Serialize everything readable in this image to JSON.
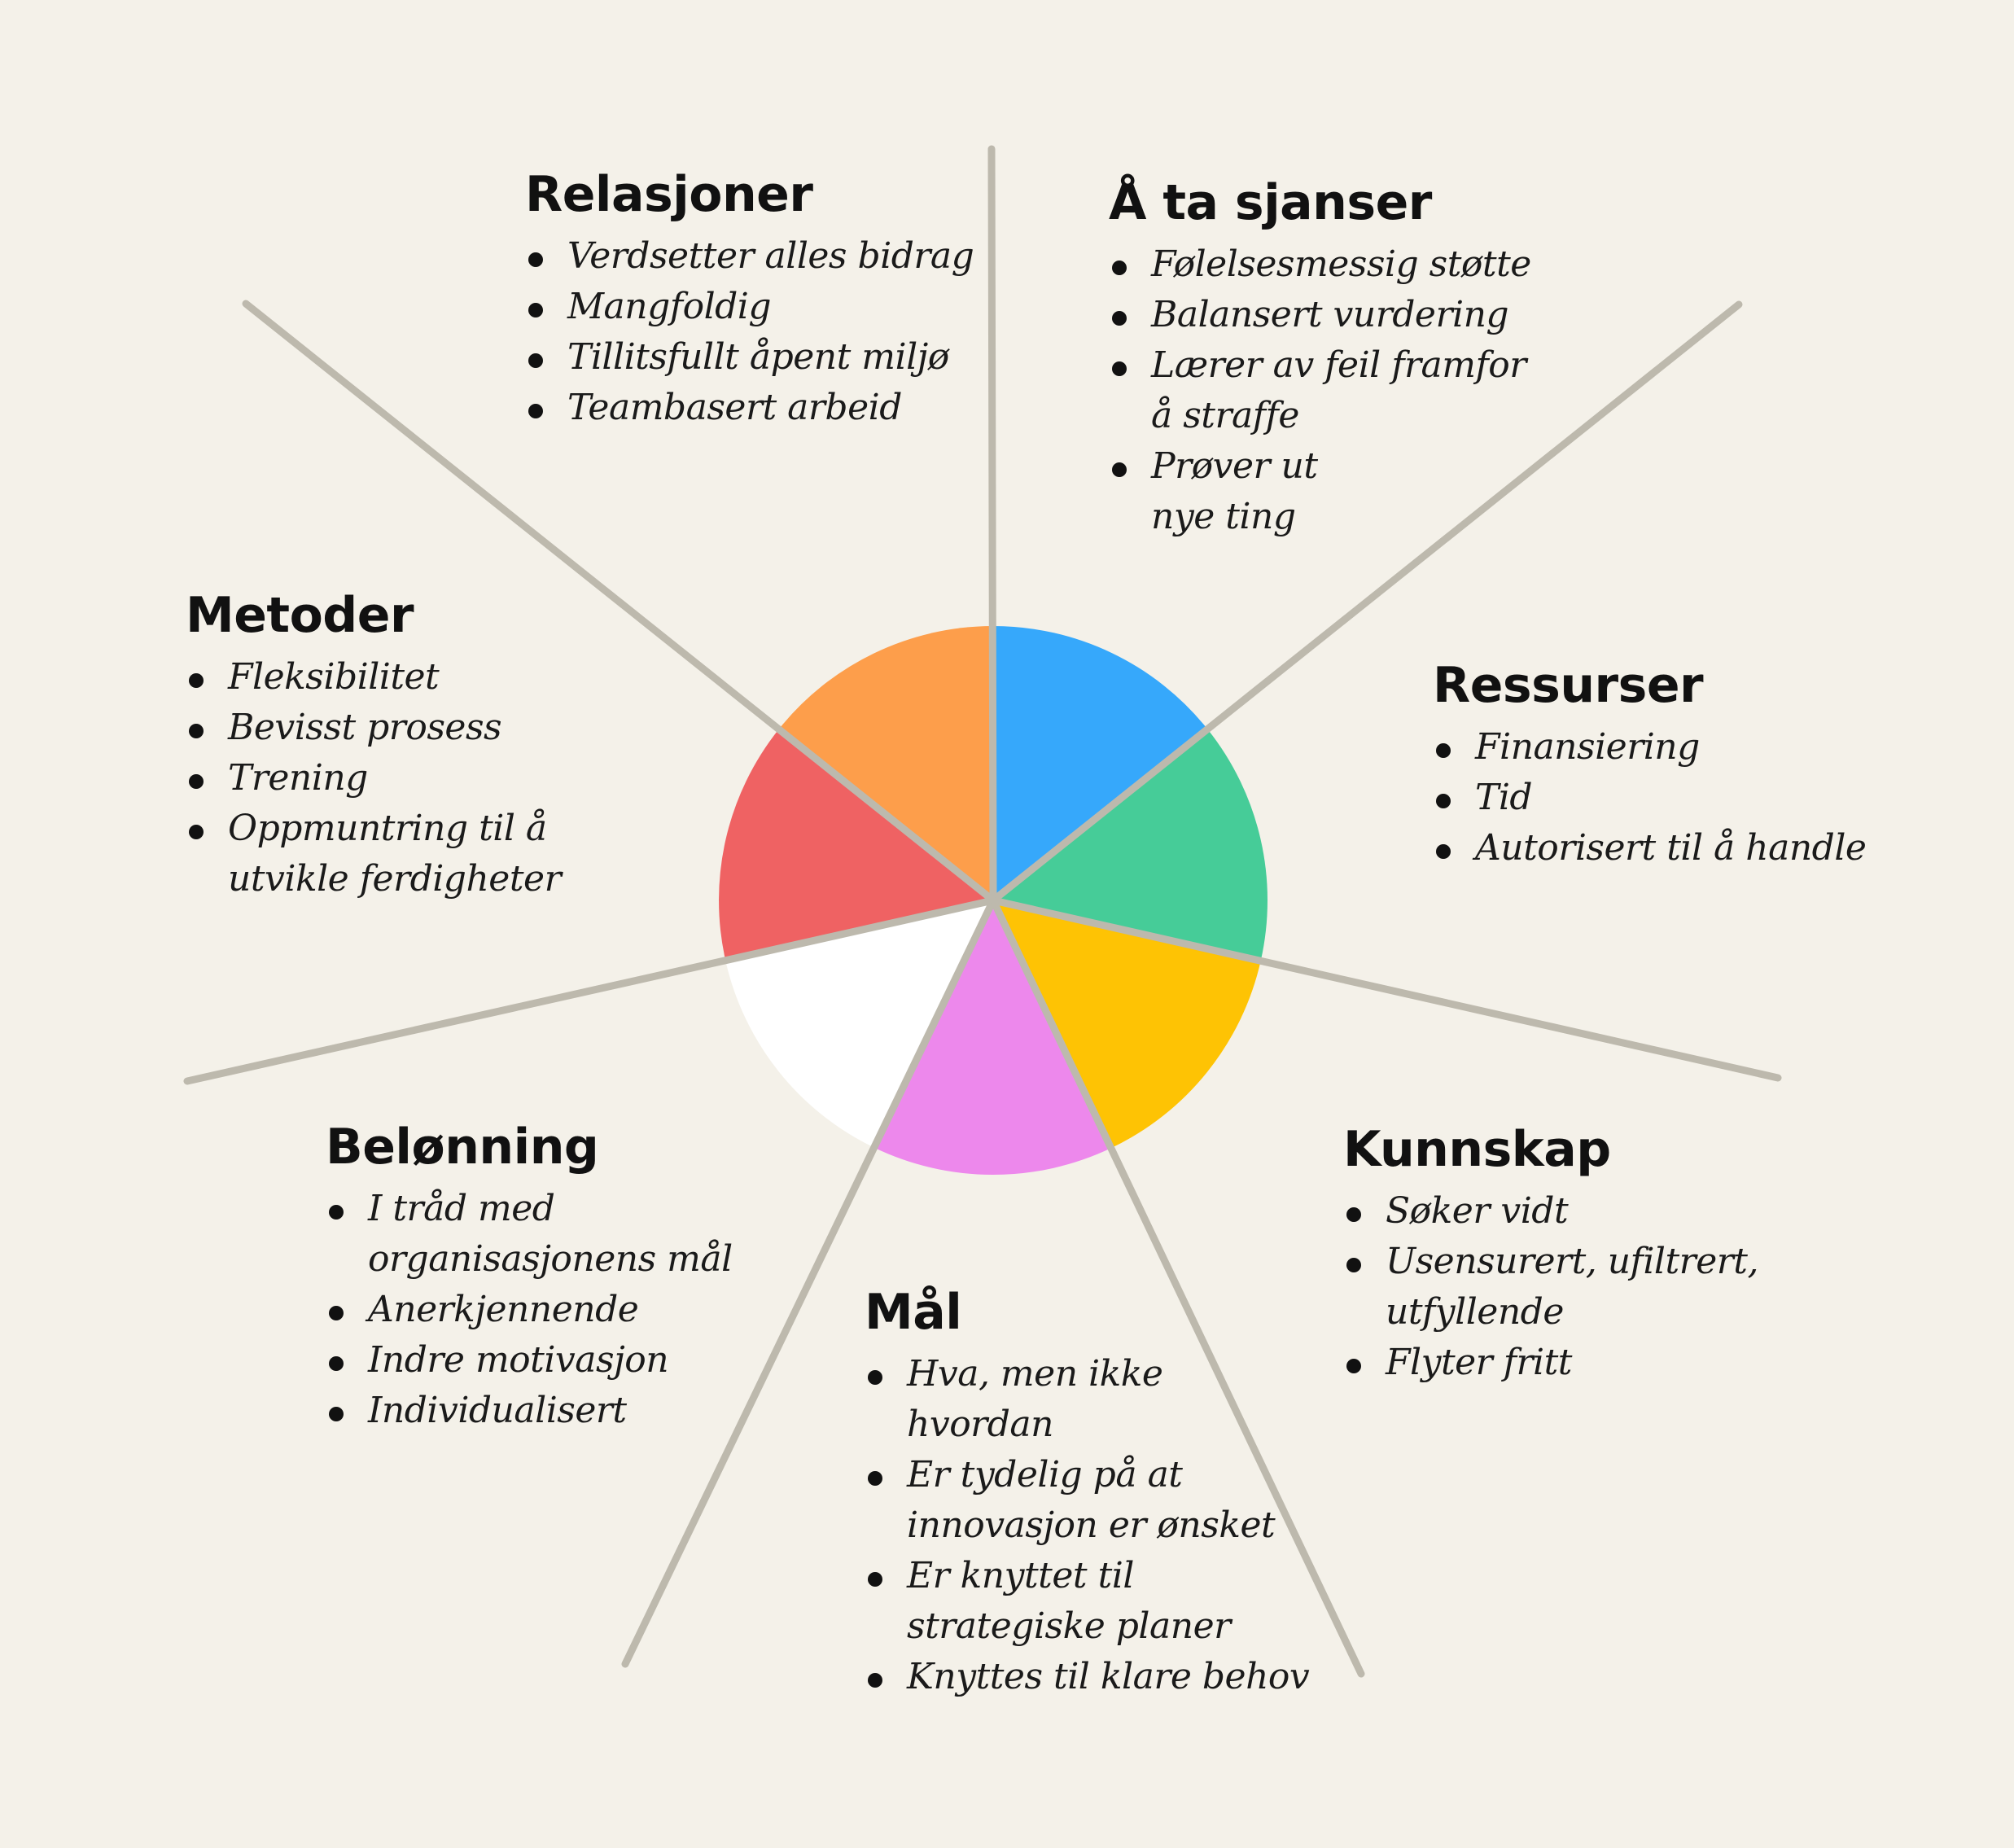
{
  "colors": {
    "background": "#f4f1e9",
    "spoke": "#bdb9ad"
  },
  "wheel": {
    "segments": [
      {
        "key": "a_ta_sjanser",
        "color": "#36a8fb"
      },
      {
        "key": "ressurser",
        "color": "#46cc98"
      },
      {
        "key": "kunnskap",
        "color": "#fec304"
      },
      {
        "key": "mal",
        "color": "#ed88ec"
      },
      {
        "key": "belonning",
        "color": "#ffffff"
      },
      {
        "key": "metoder",
        "color": "#ef6263"
      },
      {
        "key": "relasjoner",
        "color": "#fd9e4b"
      }
    ]
  },
  "sections": [
    {
      "id": "relasjoner",
      "title": "Relasjoner",
      "items": [
        "Verdsetter alles bidrag",
        "Mangfoldig",
        "Tillitsfullt åpent miljø",
        "Teambasert arbeid"
      ]
    },
    {
      "id": "a-ta-sjanser",
      "title": "Å ta sjanser",
      "items": [
        "Følelsesmessig støtte",
        "Balansert vurdering",
        "Lærer av feil framfor\nå straffe",
        "Prøver ut\nnye ting"
      ]
    },
    {
      "id": "metoder",
      "title": "Metoder",
      "items": [
        "Fleksibilitet",
        "Bevisst prosess",
        "Trening",
        "Oppmuntring til å\nutvikle ferdigheter"
      ]
    },
    {
      "id": "ressurser",
      "title": "Ressurser",
      "items": [
        "Finansiering",
        "Tid",
        "Autorisert til å handle"
      ]
    },
    {
      "id": "belonning",
      "title": "Belønning",
      "items": [
        "I tråd med\norganisasjonens mål",
        "Anerkjennende",
        "Indre motivasjon",
        "Individualisert"
      ]
    },
    {
      "id": "kunnskap",
      "title": "Kunnskap",
      "items": [
        "Søker vidt",
        "Usensurert, ufiltrert,\nutfyllende",
        "Flyter fritt"
      ]
    },
    {
      "id": "mal",
      "title": "Mål",
      "items": [
        "Hva, men ikke\nhvordan",
        "Er tydelig på at\ninnovasjon er ønsket",
        "Er knyttet til\nstrategiske planer",
        "Knyttes til klare behov"
      ]
    }
  ]
}
